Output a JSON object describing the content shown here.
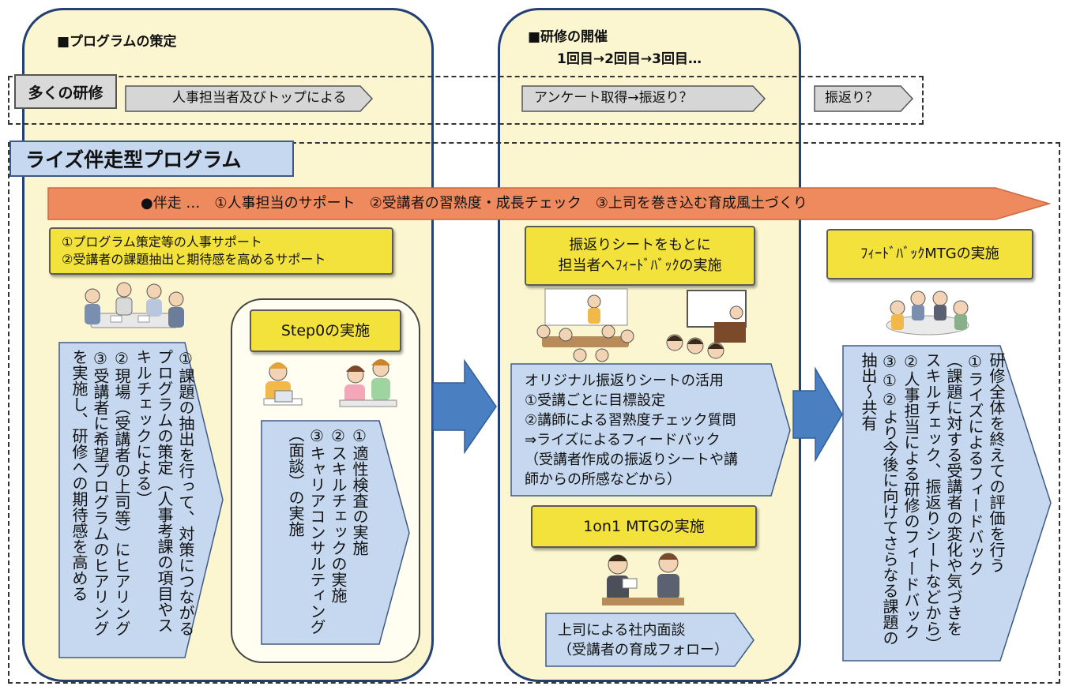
{
  "phases": {
    "planning_title": "■プログラムの策定",
    "training_title": "■研修の開催",
    "training_rounds": "1回目→2回目→3回目…"
  },
  "conventional": {
    "label": "多くの研修",
    "arrow1": "人事担当者及びトップによる",
    "arrow2": "アンケート取得→振返り？",
    "arrow3": "振返り？"
  },
  "rise": {
    "title": "ライズ伴走型プログラム",
    "banner": "●伴走 …　①人事担当のサポート　②受講者の習熟度・成長チェック　③上司を巻き込む育成風土づくり"
  },
  "col1": {
    "header_line1": "①プログラム策定等の人事サポート",
    "header_line2": "②受講者の課題抽出と期待感を高めるサポート",
    "body": "①課題の抽出を行って、対策につながる\nプログラムの策定（人事考課の項目やス\nキルチェックによる）\n②現場（受講者の上司等）にヒアリング\n③受講者に希望プログラムのヒアリング\nを実施し、研修への期待感を高める",
    "step0_title": "Step0の実施",
    "step0_body": "①適性検査の実施\n②スキルチェックの実施\n③キャリアコンサルティング\n（面談）の実施"
  },
  "col2": {
    "header_line1": "振返りシートをもとに",
    "header_line2": "担当者へﾌｨｰﾄﾞﾊﾞｯｸの実施",
    "body": "オリジナル振返りシートの活用\n①受講ごとに目標設定\n②講師による習熟度チェック質問\n⇒ライズによるフィードバック\n（受講者作成の振返りシートや講\n師からの所感などから）",
    "mtg_title": "1on1 MTGの実施",
    "mtg_body": "上司による社内面談\n（受講者の育成フォロー）"
  },
  "col3": {
    "header": "ﾌｨｰﾄﾞﾊﾞｯｸMTGの実施",
    "body": "研修全体を終えての評価を行う\n①ライズによるフィードバック\n（課題に対する受講者の変化や気づきを\nスキルチェック、振返りシートなどから）\n②人事担当による研修のフィードバック\n③①②より今後に向けてさらなる課題の\n抽出～共有"
  },
  "colors": {
    "panel_fill": "#fbf6cf",
    "panel_border": "#243f73",
    "yellow": "#f3e23b",
    "light_blue": "#c5d8ef",
    "arrow_blue": "#4a7fc1",
    "banner_orange": "#ef8a5e"
  },
  "icons": [
    "meeting-illustration",
    "lecture-illustration",
    "counseling-illustration",
    "interview-illustration",
    "feedback-meeting-illustration",
    "flow-arrow-icon"
  ]
}
